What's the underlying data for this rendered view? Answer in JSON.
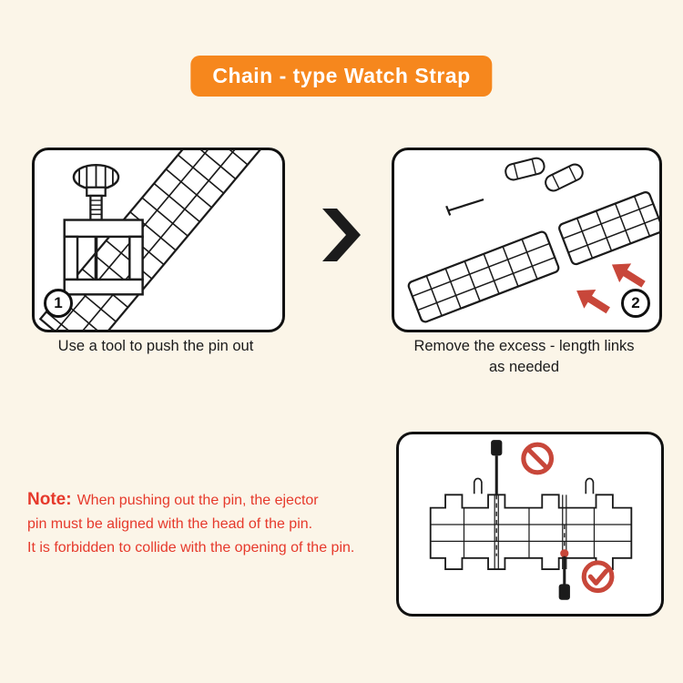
{
  "colors": {
    "background": "#FBF5E8",
    "banner": "#F6871D",
    "note": "#E6392B",
    "accent": "#C8473A",
    "ink": "#1B1B1B"
  },
  "title": {
    "label": "Chain - type Watch Strap"
  },
  "steps": [
    {
      "number": "1",
      "caption_lines": [
        "Use a tool to push the pin out"
      ],
      "illustration": "pin-pusher-tool-on-strap"
    },
    {
      "number": "2",
      "caption_lines": [
        "Remove the excess - length links",
        "as needed"
      ],
      "illustration": "separated-strap-links"
    }
  ],
  "note": {
    "label": "Note:",
    "lines": [
      "When pushing out the pin, the ejector",
      "pin must be aligned with the head of the pin.",
      "It is forbidden to collide with the opening of the pin."
    ]
  },
  "detail": {
    "illustration": "pin-alignment-diagram"
  },
  "icons": {
    "divider": "chevron-right-icon",
    "push_direction": "red-arrow-icon",
    "wrong": "prohibition-icon",
    "correct": "check-icon"
  }
}
